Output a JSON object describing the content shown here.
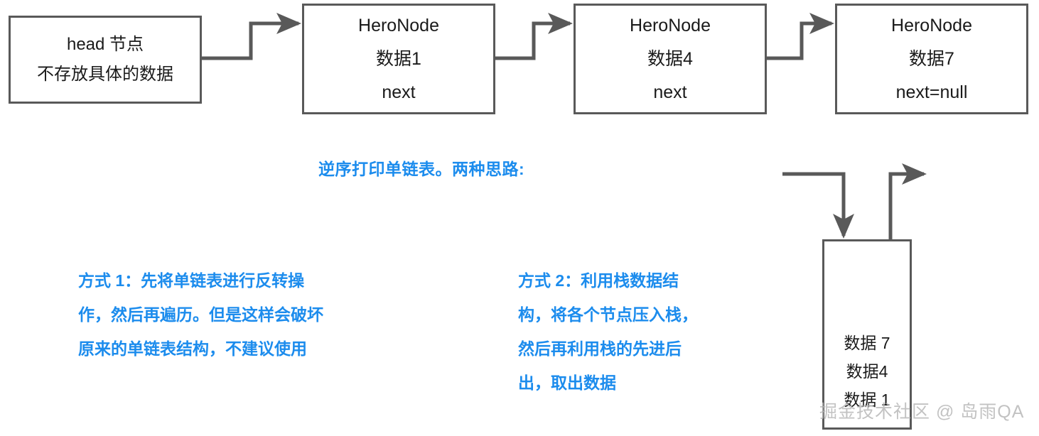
{
  "diagram": {
    "title_text": "逆序打印单链表。两种思路:",
    "accent_color": "#1c8ced",
    "stroke_color": "#595959",
    "text_color": "#1a1a1a",
    "background_color": "#ffffff"
  },
  "linked_list": {
    "head": {
      "line_1": "head 节点",
      "line_2": "不存放具体的数据"
    },
    "nodes": [
      {
        "type": "HeroNode",
        "data": "数据1",
        "next": "next"
      },
      {
        "type": "HeroNode",
        "data": "数据4",
        "next": "next"
      },
      {
        "type": "HeroNode",
        "data": "数据7",
        "next": "next=null"
      }
    ]
  },
  "methods": [
    {
      "label": "方式 1：先将单链表进行反转操\n作，然后再遍历。但是这样会破坏\n原来的单链表结构，不建议使用"
    },
    {
      "label": "方式 2：利用栈数据结\n构，将各个节点压入栈，\n然后再利用栈的先进后\n出，取出数据"
    }
  ],
  "stack": {
    "items": [
      "数据 7",
      "数据4",
      "数据 1"
    ],
    "push_arrow_label": "",
    "pop_arrow_label": ""
  },
  "watermark": {
    "text": "掘金技术社区 @ 岛雨QA"
  }
}
